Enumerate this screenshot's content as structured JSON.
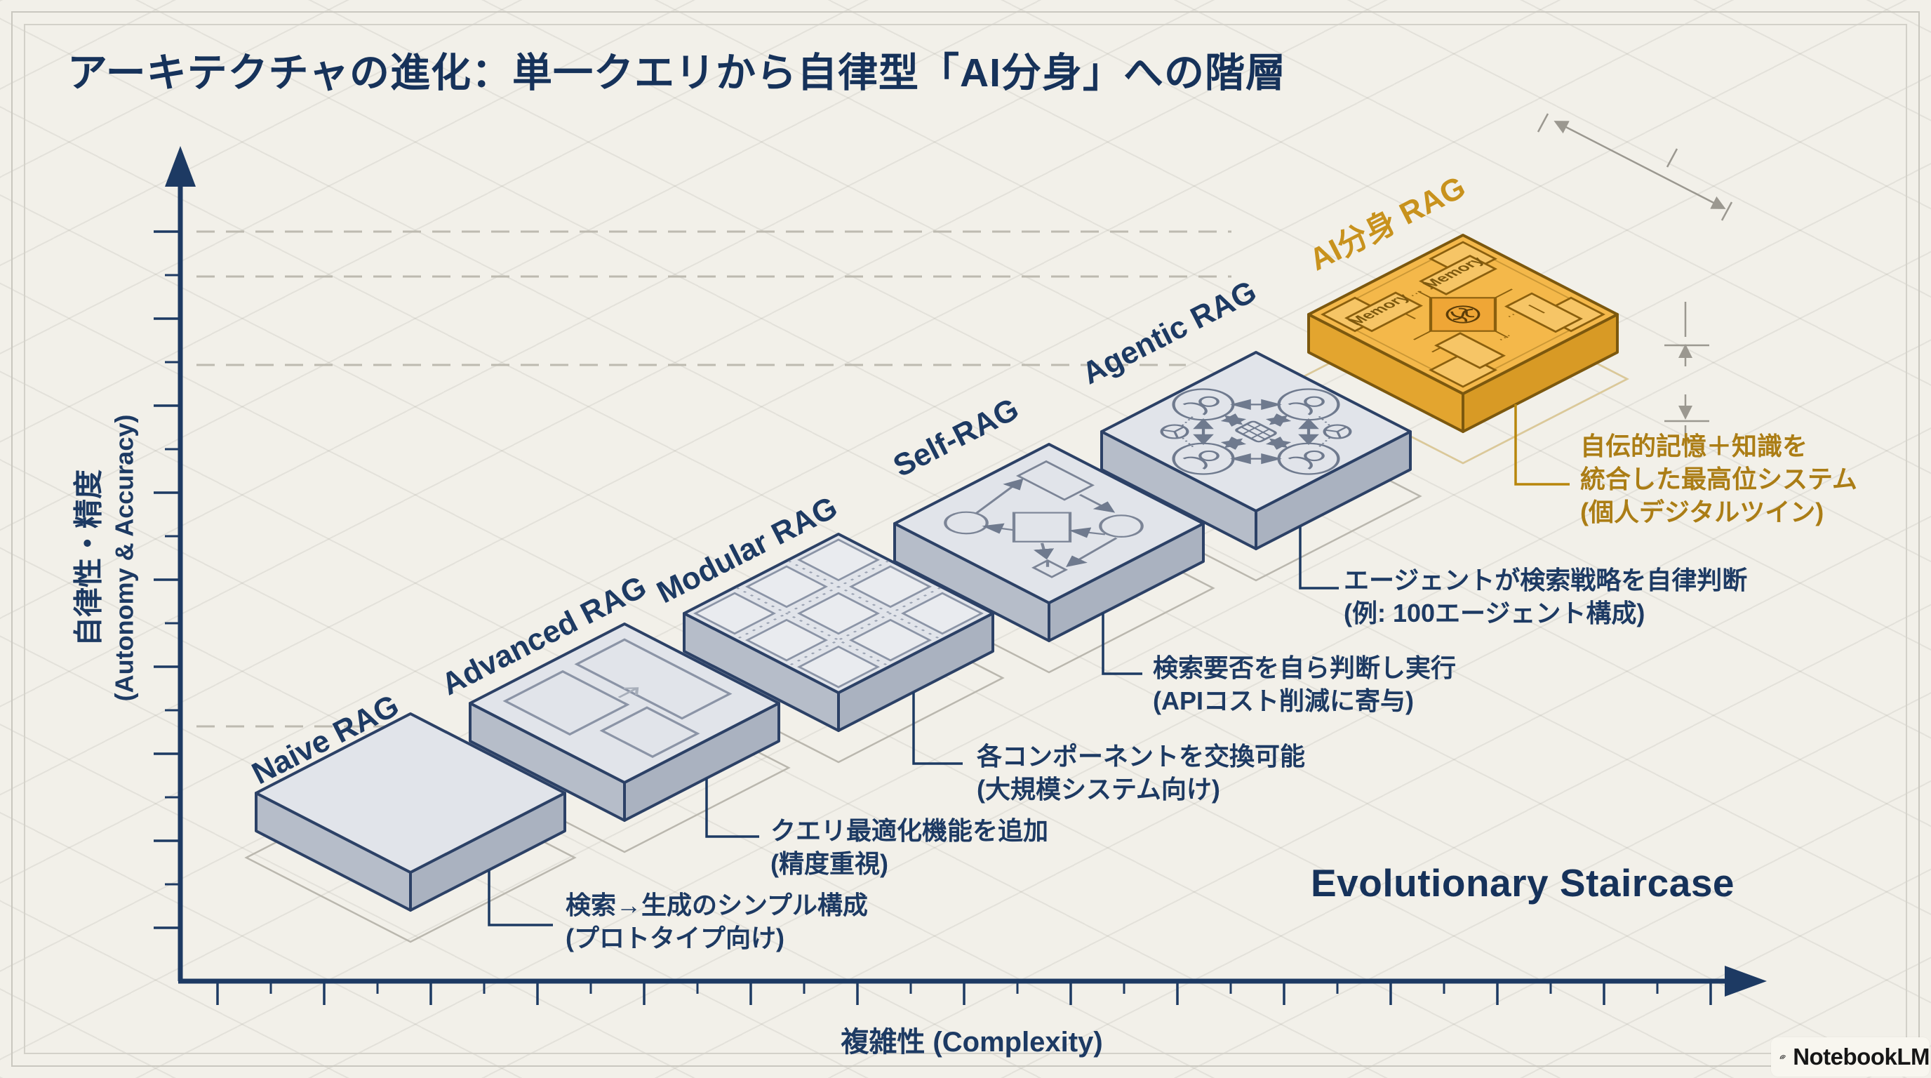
{
  "title": "アーキテクチャの進化：単一クエリから自律型「AI分身」への階層",
  "y_axis": {
    "label_ja": "自律性・精度",
    "label_en": "(Autonomy & Accuracy)"
  },
  "x_axis": {
    "label": "複雑性 (Complexity)"
  },
  "caption": "Evolutionary Staircase",
  "brand": "NotebookLM",
  "colors": {
    "background": "#f2f0e9",
    "navy": "#1d3a63",
    "block_top": "#e1e4ea",
    "block_side": "#b6bdc9",
    "gold_top": "#f4b84a",
    "gold_label": "#c8921d",
    "gold_annotation": "#ab7d15"
  },
  "steps": [
    {
      "id": "naive",
      "label": "Naive RAG",
      "desc_line1": "検索→生成のシンプル構成",
      "desc_line2": "(プロトタイプ向け)"
    },
    {
      "id": "advanced",
      "label": "Advanced RAG",
      "desc_line1": "クエリ最適化機能を追加",
      "desc_line2": "(精度重視)"
    },
    {
      "id": "modular",
      "label": "Modular RAG",
      "desc_line1": "各コンポーネントを交換可能",
      "desc_line2": "(大規模システム向け)"
    },
    {
      "id": "self",
      "label": "Self-RAG",
      "desc_line1": "検索要否を自ら判断し実行",
      "desc_line2": "(APIコスト削減に寄与)"
    },
    {
      "id": "agentic",
      "label": "Agentic RAG",
      "desc_line1": "エージェントが検索戦略を自律判断",
      "desc_line2": "(例: 100エージェント構成)"
    },
    {
      "id": "ai-bunshin",
      "label": "AI分身 RAG",
      "desc_line1": "自伝的記憶＋知識を",
      "desc_line2": "統合した最高位システム",
      "desc_line3": "(個人デジタルツイン)",
      "chip_modules": [
        "Memory",
        "Memory"
      ]
    }
  ]
}
